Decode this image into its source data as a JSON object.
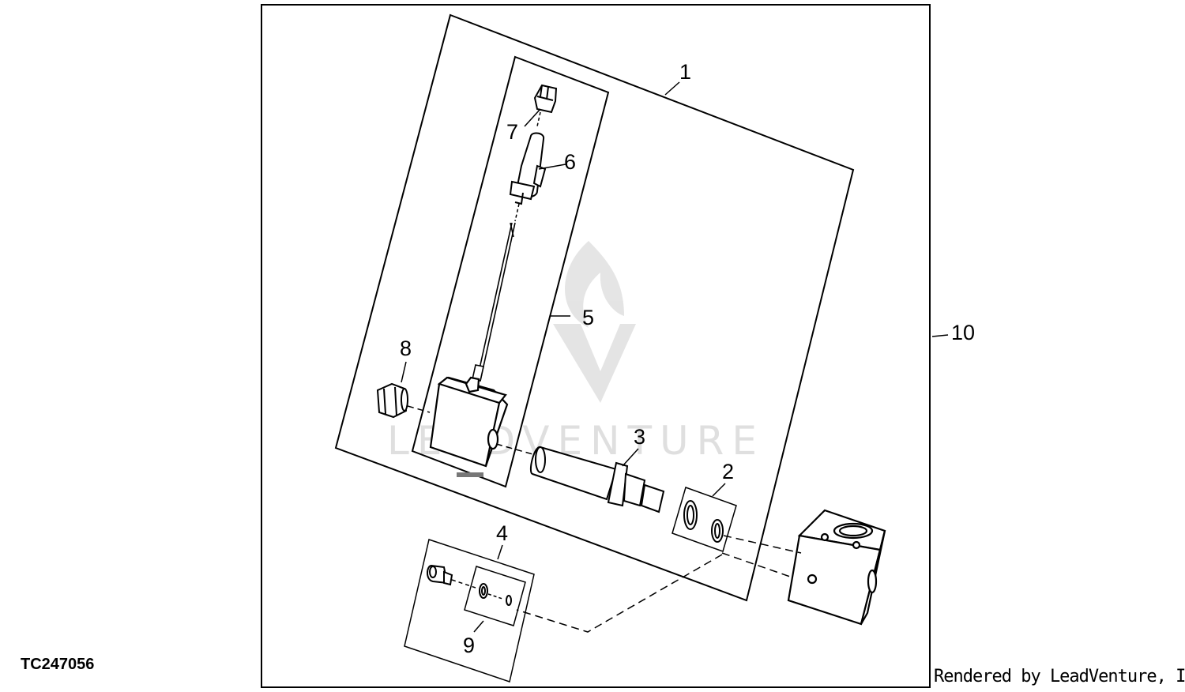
{
  "figure_id": "TC247056",
  "credit": "Rendered by LeadVenture, Inc.",
  "watermark": "LEADVENTURE",
  "callouts": {
    "c1": "1",
    "c2": "2",
    "c3": "3",
    "c4": "4",
    "c5": "5",
    "c6": "6",
    "c7": "7",
    "c8": "8",
    "c9": "9",
    "c10": "10"
  }
}
